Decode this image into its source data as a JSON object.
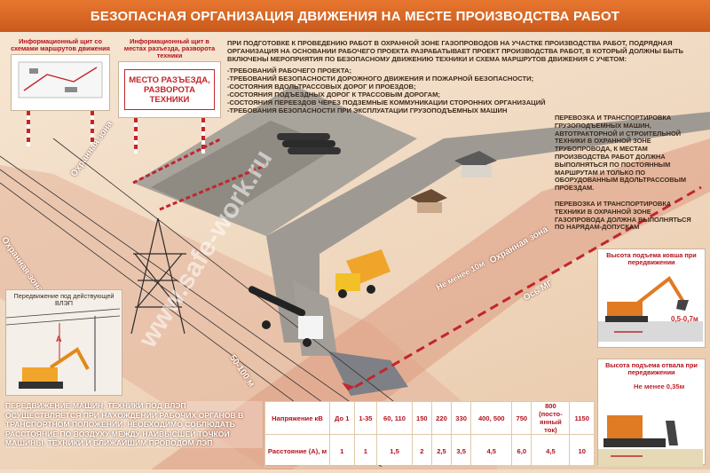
{
  "title": "БЕЗОПАСНАЯ ОРГАНИЗАЦИЯ ДВИЖЕНИЯ НА МЕСТЕ ПРОИЗВОДСТВА РАБОТ",
  "board1_caption": "Информационный щит со схемами маршрутов движения",
  "board2_caption": "Информационный щит в местах разъезда, разворота техники",
  "board2_sign": "МЕСТО РАЗЪЕЗДА, РАЗВОРОТА ТЕХНИКИ",
  "intro": "ПРИ ПОДГОТОВКЕ К ПРОВЕДЕНИЮ РАБОТ В ОХРАННОЙ ЗОНЕ ГАЗОПРОВОДОВ НА УЧАСТКЕ ПРОИЗВОДСТВА РАБОТ, ПОДРЯДНАЯ ОРГАНИЗАЦИЯ НА ОСНОВАНИИ РАБОЧЕГО ПРОЕКТА РАЗРАБАТЫВАЕТ ПРОЕКТ ПРОИЗВОДСТВА РАБОТ, В КОТОРЫЙ ДОЛЖНЫ БЫТЬ ВКЛЮЧЕНЫ МЕРОПРИЯТИЯ ПО БЕЗОПАСНОМУ ДВИЖЕНИЮ ТЕХНИКИ И СХЕМА МАРШРУТОВ ДВИЖЕНИЯ С УЧЕТОМ:",
  "requirements": [
    "-ТРЕБОВАНИЙ РАБОЧЕГО ПРОЕКТА;",
    "-ТРЕБОВАНИЙ БЕЗОПАСНОСТИ ДОРОЖНОГО ДВИЖЕНИЯ И ПОЖАРНОЙ БЕЗОПАСНОСТИ;",
    "-СОСТОЯНИЯ ВДОЛЬТРАССОВЫХ ДОРОГ И ПРОЕЗДОВ;",
    "-СОСТОЯНИЯ ПОДЪЕЗДНЫХ ДОРОГ К ТРАССОВЫМ ДОРОГАМ;",
    "-СОСТОЯНИЯ ПЕРЕЕЗДОВ ЧЕРЕЗ ПОДЗЕМНЫЕ КОММУНИКАЦИИ СТОРОННИХ ОРГАНИЗАЦИЙ",
    "-ТРЕБОВАНИЯ БЕЗОПАСНОСТИ ПРИ ЭКСПЛУАТАЦИИ ГРУЗОПОДЪЕМНЫХ МАШИН"
  ],
  "transport_text": "ПЕРЕВОЗКА И ТРАНСПОРТИРОВКА ГРУЗОПОДЪЕМНЫХ МАШИН, АВТОТРАКТОРНОЙ И СТРОИТЕЛЬНОЙ ТЕХНИКИ В ОХРАННОЙ ЗОНЕ ТРУБОПРОВОДА, К МЕСТАМ ПРОИЗВОДСТВА РАБОТ ДОЛЖНА ВЫПОЛНЯТЬСЯ ПО ПОСТОЯННЫМ МАРШРУТАМ И ТОЛЬКО ПО ОБОРУДОВАННЫМ ВДОЛЬТРАССОВЫМ ПРОЕЗДАМ.",
  "transport_text2": "ПЕРЕВОЗКА И ТРАНСПОРТИРОВКА ТЕХНИКИ В ОХРАННОЙ ЗОНЕ ГАЗОПРОВОДА ДОЛЖНА ВЫПОЛНЯТЬСЯ ПО НАРЯДАМ-ДОПУСКАМ",
  "zone_label": "Охранная зона",
  "distance_10": "Не менее 10м",
  "axis_label": "Ось МГ",
  "distance_50": "50-100 м",
  "power_line_caption": "Передвижение под действующей ВЛЭП",
  "power_line_a": "А",
  "bucket_caption": "Высота подъема ковша при передвижении",
  "bucket_height": "0,5-0,7м",
  "blade_caption": "Высота подъема отвала при передвижении",
  "blade_height": "Не менее 0,35м",
  "bottom_text": "ПЕРЕДВИЖЕНИЕ МАШИН, ТЕХНИКИ ПОД ВЛЭП ОСУЩЕСТВЛЯЕТСЯ ПРИ НАХОЖДЕНИИ РАБОЧИХ ОРГАНОВ В ТРАНСПОРТНОМ ПОЛОЖЕНИИ. НЕОБХОДИМО СОБЛЮДАТЬ РАССТОЯНИЕ ПО ВОЗДУХУ МЕЖДУ НАИВЫСШЕЙ ТОЧКОЙ МАШИНЫ, ТЕХНИКИ И БЛИЖАЙШИМ ПРОВОДОМ ЛЭП",
  "watermark": "www.safe-work.ru",
  "table": {
    "row1_label": "Напряжение кВ",
    "row2_label": "Расстояние (А), м",
    "voltages": [
      "До 1",
      "1-35",
      "60, 110",
      "150",
      "220",
      "330",
      "400, 500",
      "750",
      "800 (посто-янный ток)",
      "1150"
    ],
    "distances": [
      "1",
      "1",
      "1,5",
      "2",
      "2,5",
      "3,5",
      "4,5",
      "6,0",
      "4,5",
      "10"
    ]
  },
  "colors": {
    "title_bg": "#d9672a",
    "accent_red": "#c1262c",
    "ground": "#efd6bd",
    "zone_band": "#dc9a82"
  }
}
